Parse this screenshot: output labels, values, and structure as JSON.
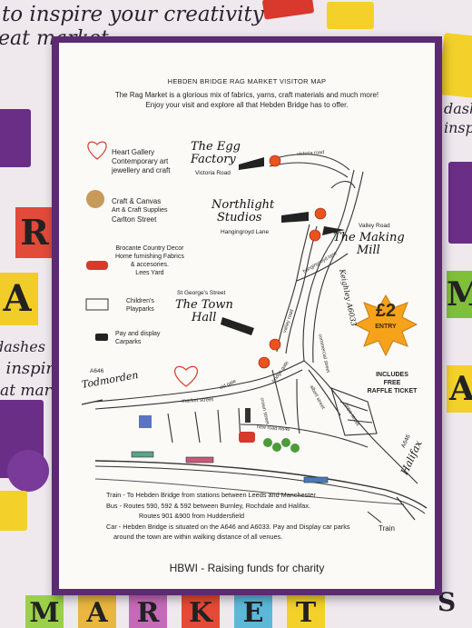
{
  "background": {
    "phrases": [
      "to inspire your creativity",
      "eat market"
    ],
    "phrases_lower": [
      "dashe",
      "inspi",
      "dashes",
      "o inspir",
      "eat mark",
      "S"
    ],
    "letters": [
      "R",
      "A",
      "M",
      "A",
      "M",
      "A",
      "R",
      "K",
      "E",
      "T"
    ]
  },
  "flyer": {
    "title": "HEBDEN BRIDGE RAG MARKET VISITOR MAP",
    "intro_line1": "The Rag Market is a glorious mix of fabrics, yarns, craft materials and much more!",
    "intro_line2": "Enjoy your visit and explore all that Hebden Bridge has to offer.",
    "legend": {
      "heart": {
        "name": "Heart Gallery",
        "line2": "Contemporary art",
        "line3": "jewellery and craft"
      },
      "craft": {
        "name": "Craft & Canvas",
        "line2": "Art & Craft Supplies",
        "line3": "Carlton Street"
      },
      "brocante": {
        "line1": "Brocante Country Decor",
        "line2": "Home furnishing Fabrics",
        "line3": "& accesories.",
        "line4": "Lees Yard"
      },
      "playparks": {
        "line1": "Children's",
        "line2": "Playparks"
      },
      "carparks": {
        "line1": "Pay and display",
        "line2": "Carparks"
      }
    },
    "venues": {
      "egg": {
        "line1": "The Egg",
        "line2": "Factory",
        "sub": "Victoria Road"
      },
      "northlight": {
        "line1": "Northlight",
        "line2": "Studios",
        "sub": "Hangingroyd Lane"
      },
      "making": {
        "pre": "Valley Road",
        "line1": "The Making",
        "line2": "Mill"
      },
      "townhall": {
        "pre": "St George's Street",
        "line1": "The Town",
        "line2": "Hall"
      }
    },
    "map_labels": {
      "victoria_road": "victoria road",
      "keighley": "Keighley A6033",
      "todmorden_code": "A646",
      "todmorden": "Todmorden",
      "market_street": "market street",
      "halifax_code": "A646",
      "halifax": "Halifax",
      "train": "Train",
      "new_road": "new road A646",
      "hangingroyd": "hangingroyd lane",
      "bridge_gate": "bridge gate",
      "commercial": "commercial street",
      "valley_road": "valley road",
      "crown": "crown street",
      "albert": "albert street",
      "hope": "hope street",
      "oldgate": "old gate"
    },
    "entry": {
      "price": "£2",
      "label": "ENTRY"
    },
    "free_ticket": [
      "INCLUDES",
      "FREE",
      "RAFFLE TICKET"
    ],
    "transport": [
      "Train - To Hebden Bridge from stations between Leeds and Manchester",
      "Bus - Routes 590, 592 & 592 between Burnley, Rochdale and Halifax.",
      "Routes 901 &900 from Huddersfield",
      "Car - Hebden Bridge is situated on the A646 and A6033. Pay and Display car parks",
      "around the town are within walking distance of all venues."
    ],
    "charity": "HBWI - Raising funds for charity"
  },
  "colors": {
    "purple": "#5b2a72",
    "paper": "#fbfaf7",
    "star": "#f6a21b",
    "burst": "#e8541c"
  }
}
